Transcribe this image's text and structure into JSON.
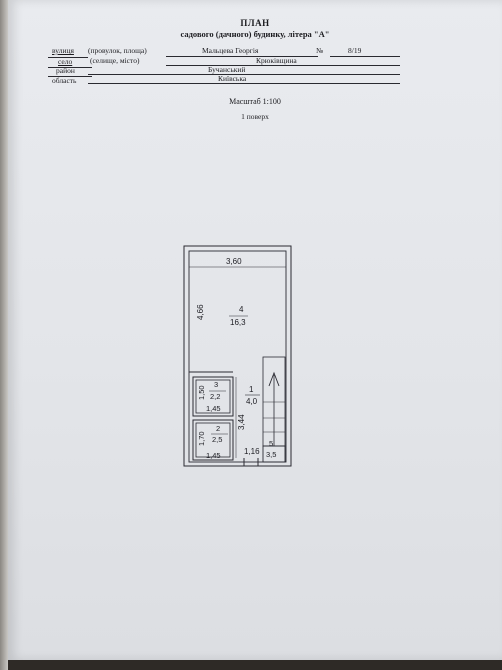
{
  "header": {
    "title": "ПЛАН",
    "subtitle": "садового (дачного) будинку, літера \"А\""
  },
  "form": {
    "street_label": "вулиця",
    "street_hint": "(провулок, площа)",
    "street_value": "Мальцева Георгія",
    "number_label": "№",
    "number_value": "8/19",
    "village_label": "село",
    "village_hint": "(селище, місто)",
    "village_value": "Крюківщина",
    "district_label": "район",
    "district_value": "Бучанський",
    "region_label": "область",
    "region_value": "Київська"
  },
  "scale": "Масштаб 1:100",
  "floor": "1 поверх",
  "plan": {
    "room4_num": "4",
    "room4_area": "16,3",
    "room3_num": "3",
    "room3_area": "2,2",
    "room2_num": "2",
    "room2_area": "2,5",
    "room1_num": "1",
    "room1_area": "4,0",
    "room5_num": "5",
    "room5_area": "3,5",
    "dim_width": "3,60",
    "dim_room4_height": "4,66",
    "dim_room3_height": "1,50",
    "dim_room3_width": "1,45",
    "dim_room2_height": "1,70",
    "dim_room2_width": "1,45",
    "dim_room1_height": "3,44",
    "dim_room1_width": "1,16"
  }
}
